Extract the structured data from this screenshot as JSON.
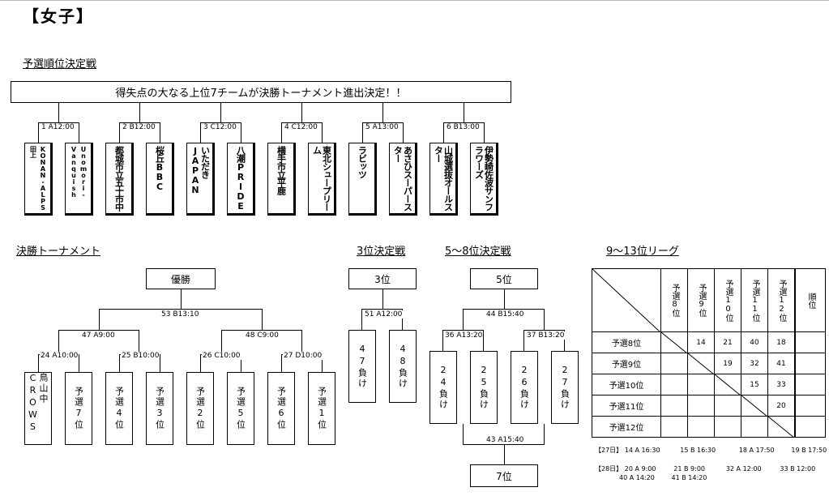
{
  "title": "【女子】",
  "sections": {
    "prelim": "予選順位決定戦",
    "final": "決勝トーナメント",
    "third": "3位決定戦",
    "fifth": "5～8位決定戦",
    "league": "9～13位リーグ"
  },
  "prelim": {
    "banner": "得失点の大なる上位7チームが決勝トーナメント進出決定！！",
    "matches": [
      {
        "label": "1 A12:00",
        "teams": [
          "KONAN-ALPS田上",
          "Unomori-Vanquish"
        ]
      },
      {
        "label": "2 B12:00",
        "teams": [
          "都城市立五十市中",
          "桜丘BBC"
        ]
      },
      {
        "label": "3 C12:00",
        "teams": [
          "いただきJAPAN",
          "八潮PRIDE"
        ]
      },
      {
        "label": "4 C12:00",
        "teams": [
          "横手市立平鹿",
          "東北シュープリーム"
        ]
      },
      {
        "label": "5 A13:00",
        "teams": [
          "ラビッツ",
          "あさひスーパースター"
        ]
      },
      {
        "label": "6 B13:00",
        "teams": [
          "山城選抜オールスター",
          "伊勢崎佐波サンフラワーズ"
        ]
      }
    ]
  },
  "final": {
    "champion": "優勝",
    "m53": "53 B13:10",
    "m47": "47 A9:00",
    "m48": "48 C9:00",
    "m24": "24 A10:00",
    "m25": "25 B10:00",
    "m26": "26 C10:00",
    "m27": "27 D10:00",
    "slots": [
      "鳥山中CROWS",
      "予選7位",
      "予選4位",
      "予選3位",
      "予選2位",
      "予選5位",
      "予選6位",
      "予選1位"
    ]
  },
  "third": {
    "box": "3位",
    "m51": "51 A12:00",
    "slots": [
      "47負け",
      "48負け"
    ]
  },
  "fifth": {
    "box": "5位",
    "m44": "44 B15:40",
    "m36": "36 A13:20",
    "m37": "37 B13:20",
    "slots": [
      "24負け",
      "25負け",
      "26負け",
      "27負け"
    ],
    "m43": "43 A15:40",
    "seventh": "7位"
  },
  "league": {
    "headers": [
      "予選8位",
      "予選9位",
      "予選10位",
      "予選11位",
      "予選12位",
      "順位"
    ],
    "rows": [
      {
        "name": "予選8位",
        "cells": [
          "",
          "14",
          "21",
          "40",
          "18",
          ""
        ]
      },
      {
        "name": "予選9位",
        "cells": [
          "",
          "",
          "19",
          "32",
          "41",
          ""
        ]
      },
      {
        "name": "予選10位",
        "cells": [
          "",
          "",
          "",
          "15",
          "33",
          ""
        ]
      },
      {
        "name": "予選11位",
        "cells": [
          "",
          "",
          "",
          "",
          "20",
          ""
        ]
      },
      {
        "name": "予選12位",
        "cells": [
          "",
          "",
          "",
          "",
          "",
          ""
        ]
      }
    ]
  },
  "schedule": {
    "d27_label": "【27日】",
    "d27": [
      "14 A 16:30",
      "15 B 16:30",
      "18 A 17:50",
      "19 B 17:50"
    ],
    "d28_label": "【28日】",
    "d28a": [
      "20 A 9:00",
      "21 B 9:00",
      "32 A 12:00",
      "33 B 12:00"
    ],
    "d28b": [
      "40 A 14:20",
      "41 B 14:20"
    ]
  }
}
